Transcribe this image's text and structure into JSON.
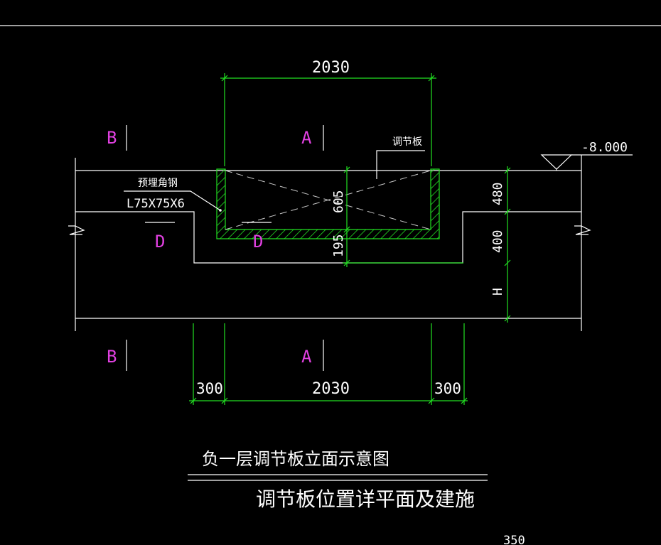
{
  "colors": {
    "background": "#000000",
    "outline": "#ffffff",
    "dimension": "#22e022",
    "section_marker": "#e040e0"
  },
  "dimensions": {
    "top_width": "2030",
    "bottom_left": "300",
    "bottom_middle": "2030",
    "bottom_right": "300",
    "depth_605": "605",
    "depth_195": "195",
    "right_480": "480",
    "right_400": "400",
    "right_h": "H"
  },
  "elevation": "-8.000",
  "labels": {
    "adjust_plate": "调节板",
    "embedded_angle": "预埋角钢",
    "angle_spec": "L75X75X6"
  },
  "section_markers": {
    "b_top": "B",
    "a_top": "A",
    "d_left": "D",
    "d_mid": "D",
    "b_bottom": "B",
    "a_bottom": "A"
  },
  "titles": {
    "main": "负一层调节板立面示意图",
    "sub": "调节板位置详平面及建施"
  },
  "partial_text": "350"
}
